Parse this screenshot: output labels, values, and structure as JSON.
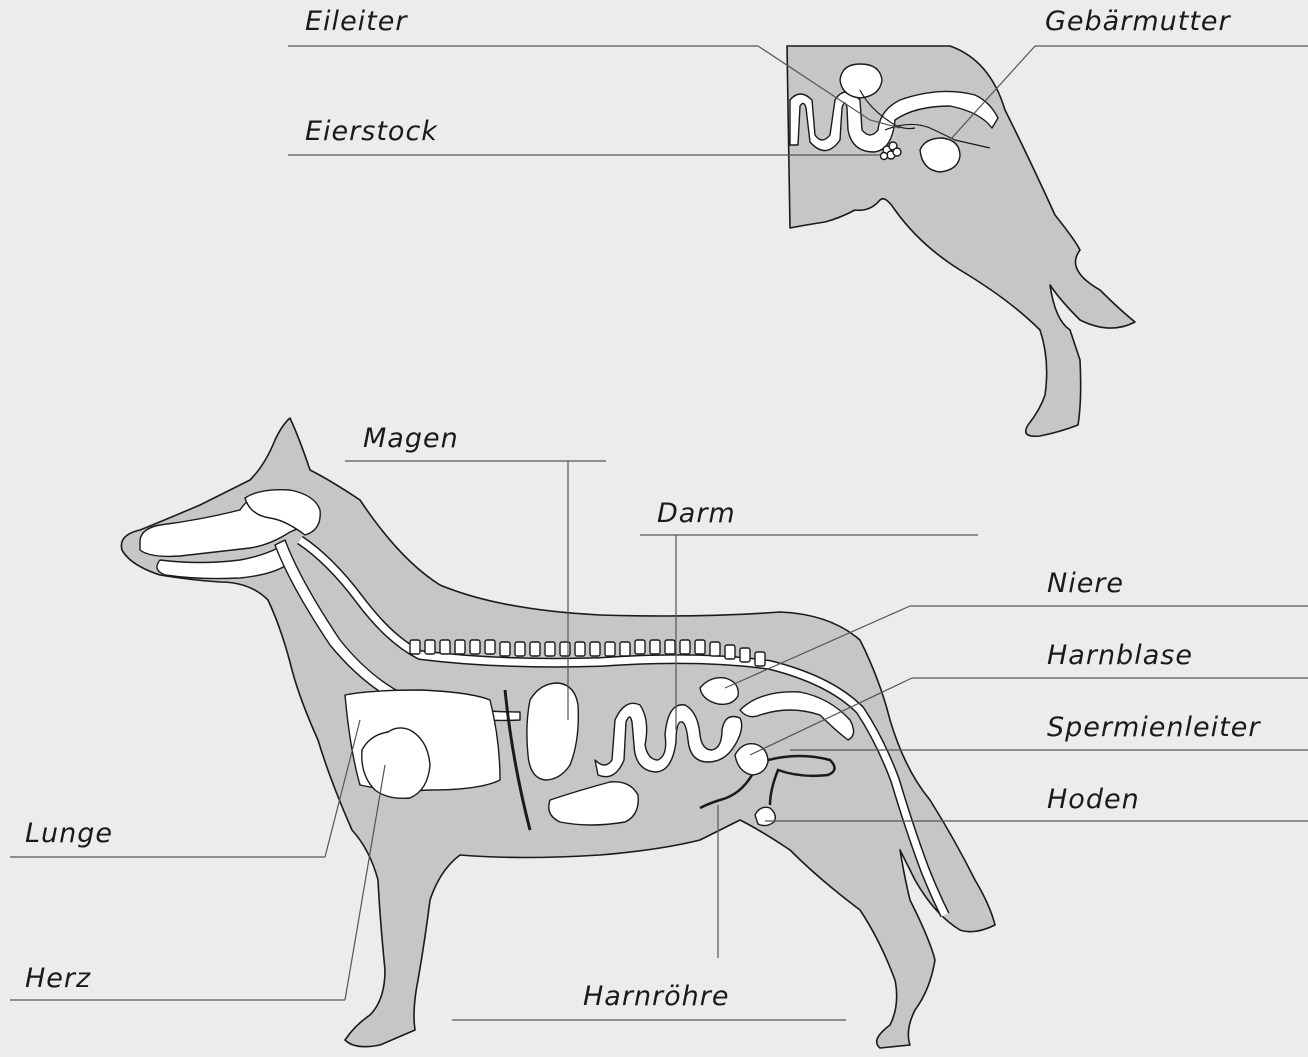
{
  "female_inset": {
    "labels": {
      "eileiter": "Eileiter",
      "gebaermutter": "Gebärmutter",
      "eierstock": "Eierstock"
    }
  },
  "male_dog": {
    "labels": {
      "magen": "Magen",
      "darm": "Darm",
      "niere": "Niere",
      "harnblase": "Harnblase",
      "spermienleiter": "Spermienleiter",
      "hoden": "Hoden",
      "lunge": "Lunge",
      "herz": "Herz",
      "harnroehre": "Harnröhre"
    }
  },
  "colors": {
    "background": "#ececec",
    "body": "#c6c6c6",
    "organs": "#ffffff",
    "outline": "#1a1a1a",
    "leader_lines": "#555555"
  }
}
